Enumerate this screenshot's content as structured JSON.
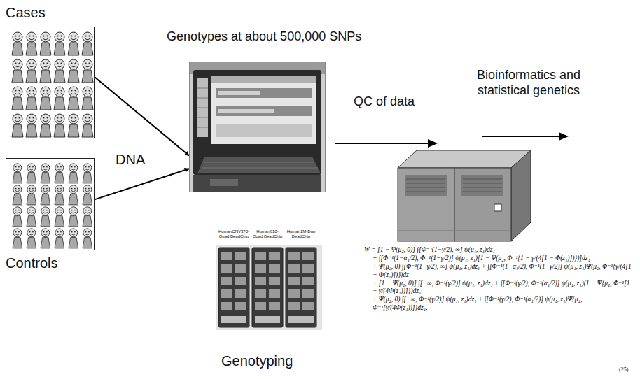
{
  "diagram": {
    "nodes": [
      {
        "text": [
          "Cases"
        ]
      },
      {
        "text": [
          "Controls"
        ]
      },
      {
        "text": [
          "Genotypes at about 500,000 SNPs"
        ]
      }
    ],
    "edges": [
      {
        "from": 0,
        "to": 2,
        "arrow": "to"
      },
      {
        "from": 1,
        "to": 2,
        "arrow": "to"
      }
    ],
    "labels": [
      "DNA",
      "QC of data",
      "Bioinformatics and statistical genetics",
      "HumanCNV370-Quad BeadChip",
      "Human610-Quad BeadChip",
      "Human1M-Duo BeadChip",
      "Genotyping",
      "W = [1 − Ψ(μ₂, 0)] ∫[Φ⁻¹(1−γ/2), ∞] ψ(μ₁, z₁)dz₁",
      "+ ∫[Φ⁻¹(1−α₁/2), Φ⁻¹(1−γ/2)] ψ(μ₁, z₁)[1 − Ψ(μ₂, Φ⁻¹{1 − γ/(4[1 − Φ(z₁)])})]dz₁",
      "+ Ψ(μ₂, 0) ∫[Φ⁻¹(1−γ/2), ∞] ψ(μ₁, z₁)dz₁ + ∫[Φ⁻¹(1−α₁/2), Φ⁻¹(1−γ/2)] ψ(μ₁, z₁)Ψ(μ₂, Φ⁻¹{γ/(4[1 − Φ(z₁)])})dz₁",
      "+ [1 − Ψ(μ₂, 0)] ∫[−∞, Φ⁻¹(γ/2)] ψ(μ₁, z₁)dz₁ + ∫[Φ⁻¹(γ/2), Φ⁻¹(α₁/2)] ψ(μ₁, z₁)(1 − Ψ{μ₂, Φ⁻¹[1 − γ/(4Φ(z₁))]})dz₁",
      "+ Ψ(μ₂, 0) ∫[−∞, Φ⁻¹(γ/2)] ψ(μ₁, z₁)dz₁ + ∫[Φ⁻¹(γ/2), Φ⁻¹(α₁/2)] ψ(μ₁, z₁)Ψ{μ₂, Φ⁻¹[γ/(4Φ(z₁))]}dz₁,",
      "(25)"
    ]
  }
}
